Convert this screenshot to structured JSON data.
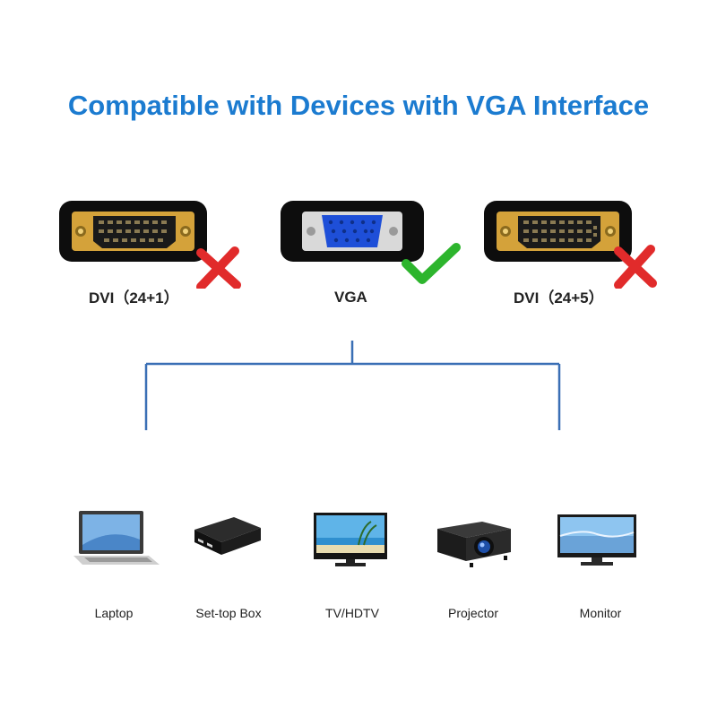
{
  "title": "Compatible with Devices with VGA Interface",
  "ports": [
    {
      "label": "DVI（24+1）",
      "status": "incompatible",
      "status_icon": "red-x-icon"
    },
    {
      "label": "VGA",
      "status": "compatible",
      "status_icon": "green-check-icon"
    },
    {
      "label": "DVI（24+5）",
      "status": "incompatible",
      "status_icon": "red-x-icon"
    }
  ],
  "devices": [
    {
      "label": "Laptop",
      "icon": "laptop-icon"
    },
    {
      "label": "Set-top Box",
      "icon": "set-top-box-icon"
    },
    {
      "label": "TV/HDTV",
      "icon": "tv-icon"
    },
    {
      "label": "Projector",
      "icon": "projector-icon"
    },
    {
      "label": "Monitor",
      "icon": "monitor-icon"
    }
  ],
  "colors": {
    "title": "#1b7bd0",
    "tree": "#3a6fb5",
    "check": "#2db52d",
    "cross": "#e12b2b",
    "vga_blue": "#1e4fd8",
    "dvi_gold": "#d4a23a"
  }
}
